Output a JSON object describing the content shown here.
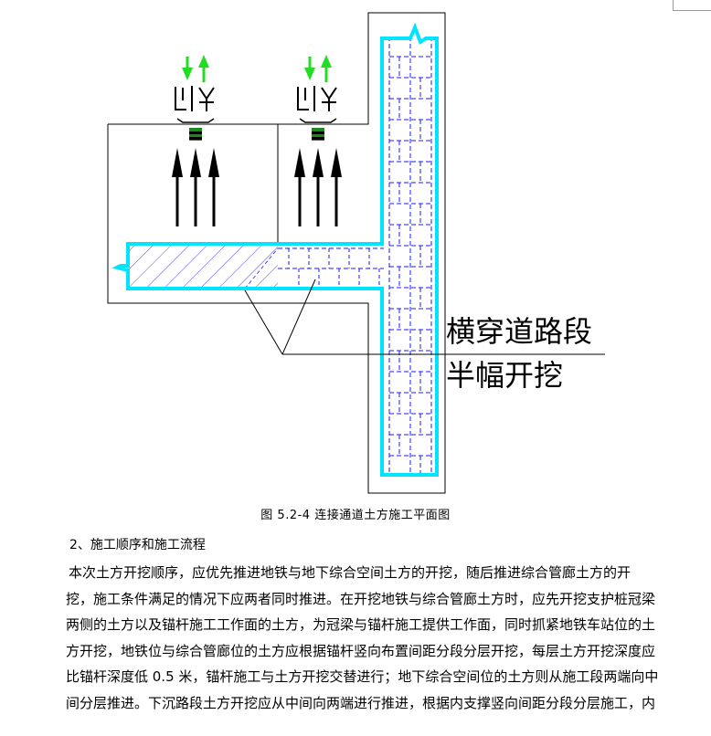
{
  "figure": {
    "label_line1": "横穿道路段",
    "label_line2": "半幅开挖"
  },
  "caption": "图 5.2-4 连接通道土方施工平面图",
  "section_heading": "2、施工顺序和施工流程",
  "paragraph_lines": [
    "本次土方开挖顺序，应优先推进地铁与地下综合空间土方的开挖，随后推进综合管廊土方的开",
    "挖，施工条件满足的情况下应两者同时推进。在开挖地铁与综合管廊土方时，应先开挖支护桩冠梁",
    "两侧的土方以及锚杆施工工作面的土方，为冠梁与锚杆施工提供工作面，同时抓紧地铁车站位的土",
    "方开挖，地铁位与综合管廊位的土方应根据锚杆竖向布置间距分段分层开挖，每层土方开挖深度应",
    "比锚杆深度低 0.5 米，锚杆施工与土方开挖交替进行；地下综合空间位的土方则从施工段两端向中",
    "间分层推进。下沉路段土方开挖应从中间向两端进行推进，根据内支撑竖向间距分段分层施工，内"
  ],
  "colors": {
    "wall": "#00e5ff",
    "arrow_green": "#22dd22",
    "grid": "#1a1aff",
    "hatch": "#1a1aff"
  }
}
